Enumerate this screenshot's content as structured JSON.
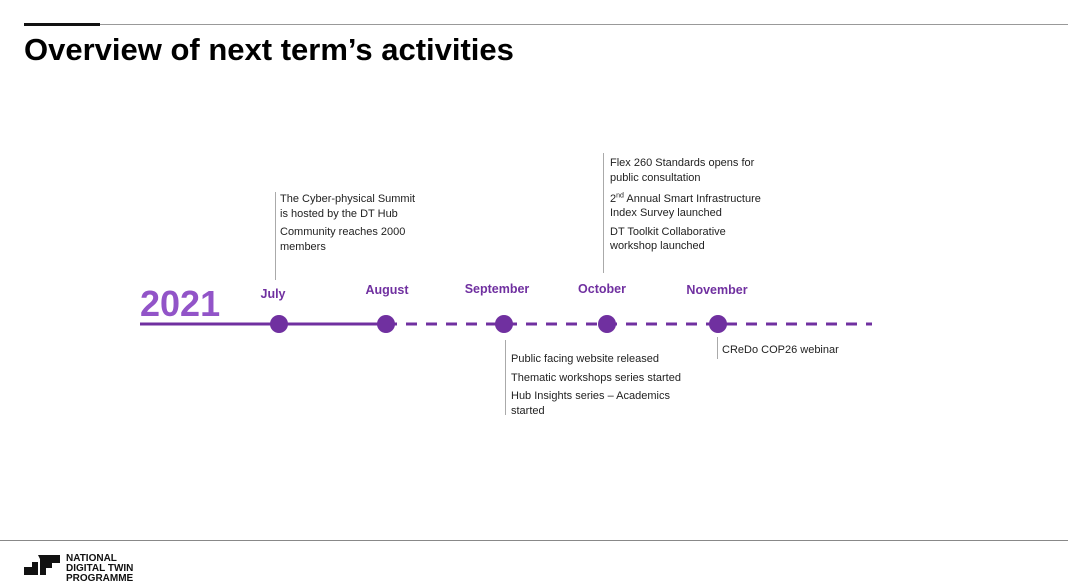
{
  "title": "Overview of next term’s activities",
  "year": "2021",
  "accent": "#7030a0",
  "months": [
    {
      "label": "July",
      "notes": [
        "The Cyber-physical Summit is hosted by the DT Hub",
        "Community reaches 2000 members"
      ],
      "position": "above",
      "status": "completed"
    },
    {
      "label": "August",
      "notes": [],
      "status": "completed"
    },
    {
      "label": "September",
      "notes": [
        "Public facing website released",
        "Thematic workshops series started",
        "Hub Insights series – Academics started"
      ],
      "position": "below",
      "status": "planned"
    },
    {
      "label": "October",
      "notes": [
        "Flex 260 Standards opens for public consultation",
        "2nd Annual Smart Infrastructure Index Survey launched",
        "DT Toolkit Collaborative workshop launched"
      ],
      "position": "above",
      "status": "planned"
    },
    {
      "label": "November",
      "notes": [
        "CReDo COP26 webinar"
      ],
      "position": "below",
      "status": "planned"
    }
  ],
  "footer": {
    "logo_text": [
      "NATIONAL",
      "DIGITAL TWIN",
      "PROGRAMME"
    ]
  }
}
